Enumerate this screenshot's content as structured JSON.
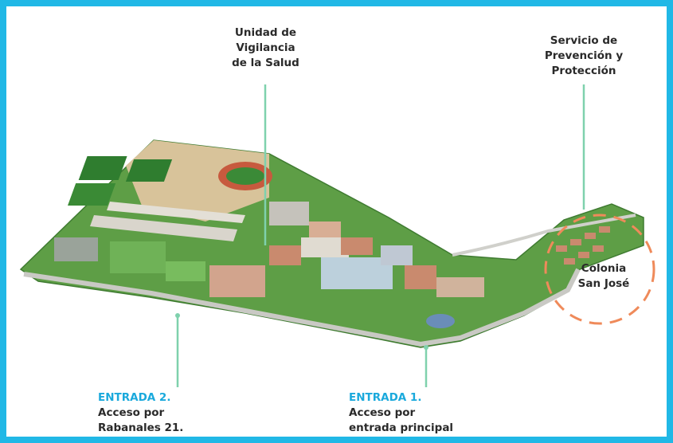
{
  "labels": {
    "health": {
      "lines": [
        "Unidad de",
        "Vigilancia",
        "de la Salud"
      ]
    },
    "prevention": {
      "lines": [
        "Servicio de",
        "Prevención y",
        "Protección"
      ]
    },
    "colonia": {
      "lines": [
        "Colonia",
        "San José"
      ]
    },
    "entrance2": {
      "title": "ENTRADA 2.",
      "lines": [
        "Acceso por",
        "Rabanales 21."
      ]
    },
    "entrance1": {
      "title": "ENTRADA 1.",
      "lines": [
        "Acceso por",
        "entrada principal"
      ]
    }
  },
  "colors": {
    "frame": "#21b8e6",
    "leader_line": "#7fd1ad",
    "highlight_text": "#1aa9dc",
    "dashed_circle": "#ef8a5a",
    "grass": "#4f9a3d",
    "roads": "#c9c9c4",
    "roofs": "#c98a6e"
  }
}
